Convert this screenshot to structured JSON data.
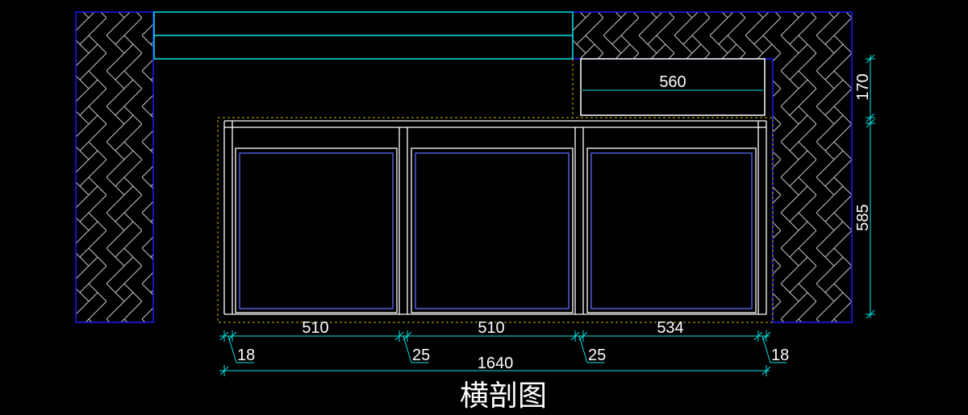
{
  "drawing": {
    "title": "横剖图",
    "colors": {
      "background": "#000000",
      "wall_outline": "#1a1aff",
      "wall_hatch": "#c8c8c8",
      "cyan": "#00e5e5",
      "white": "#ffffff",
      "dashed": "#c8b400",
      "blue_inner": "#5a6cff"
    },
    "dimensions": {
      "top_width": "560",
      "right_upper": "170",
      "right_lower": "585",
      "bay_1": "510",
      "bay_2": "510",
      "bay_3": "534",
      "end_left": "18",
      "gap_1": "25",
      "gap_2": "25",
      "end_right": "18",
      "overall": "1640"
    }
  }
}
